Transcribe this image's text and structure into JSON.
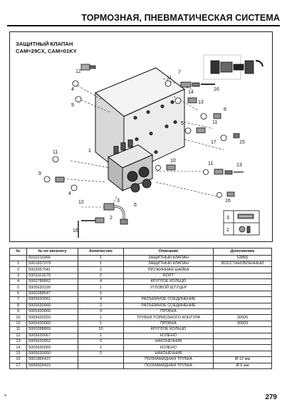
{
  "header": {
    "title": "ТОРМОЗНАЯ, ПНЕВМАТИЧЕСКАЯ СИСТЕМА"
  },
  "diagram": {
    "caption_line1": "ЗАЩИТНЫЙ КЛАПАН",
    "caption_line2": "CAM=29CX, CAM=01KY",
    "callouts": [
      "1",
      "2",
      "3",
      "4",
      "5",
      "6",
      "7",
      "8",
      "9",
      "10",
      "11",
      "12",
      "13",
      "14",
      "15",
      "16",
      "17"
    ],
    "legend_numbers": [
      "3",
      "2"
    ]
  },
  "table": {
    "headers": [
      "№",
      "№ по каталогу",
      "Количество",
      "Описание",
      "Дополнение"
    ],
    "rows": [
      [
        "",
        "5010216966",
        "1",
        "ЗАЩИТНЫЙ КЛАПАН",
        "53856"
      ],
      [
        "1",
        "5001837079",
        "1",
        "ЗАЩИТНЫЙ КЛАПАН",
        "ВОССТАНОВЛЕННЫЙ"
      ],
      [
        "2",
        "5003057041",
        "2",
        "ПРУЖИННАЯ ШАЙБА",
        ""
      ],
      [
        "3",
        "5003101670",
        "2",
        "БОЛТ",
        ""
      ],
      [
        "4",
        "5000786862",
        "4",
        "КРУГЛОЕ КОЛЬЦО",
        ""
      ],
      [
        "5",
        "5005630199",
        "1",
        "УГЛОВОЙ ШТУЦЕР",
        ""
      ],
      [
        "6",
        "5000288647",
        "1",
        "",
        ""
      ],
      [
        "7",
        "5005630061",
        "4",
        "РАЗЪЕМНОЕ СОЕДИНЕНИЕ",
        ""
      ],
      [
        "8",
        "5005630060",
        "2",
        "РАЗЪЕМНОЕ СОЕДИНЕНИЕ",
        ""
      ],
      [
        "9",
        "5005430060",
        "3",
        "ПРОБКА",
        ""
      ],
      [
        "10",
        "5005430259",
        "1",
        "ТРУБКИ ТОРМОЗНОГО КОНТУРА",
        "30605"
      ],
      [
        "10",
        "5005430060",
        "1",
        "ПРОБКА",
        "30603"
      ],
      [
        "11",
        "5000288869",
        "10",
        "КРУГЛОЕ КОЛЬЦО",
        ""
      ],
      [
        "12",
        "5005630067",
        "1",
        "КОЛЕНО",
        ""
      ],
      [
        "13",
        "5005630052",
        "2",
        "НАКОНЕЧНИК",
        ""
      ],
      [
        "14",
        "5005630069",
        "1",
        "КОЛЕНО",
        ""
      ],
      [
        "15",
        "5005630050",
        "2",
        "НАКОНЕЧНИК",
        ""
      ],
      [
        "16",
        "5001866437",
        "",
        "ПОЛИАМИДНАЯ ТРУБКА",
        "Ø 12 мм"
      ],
      [
        "17",
        "5689500415",
        "",
        "ПОЛИАМИДНАЯ ТРУБКА",
        "Ø 6 мм"
      ]
    ]
  },
  "footer": {
    "page_number": "279"
  }
}
